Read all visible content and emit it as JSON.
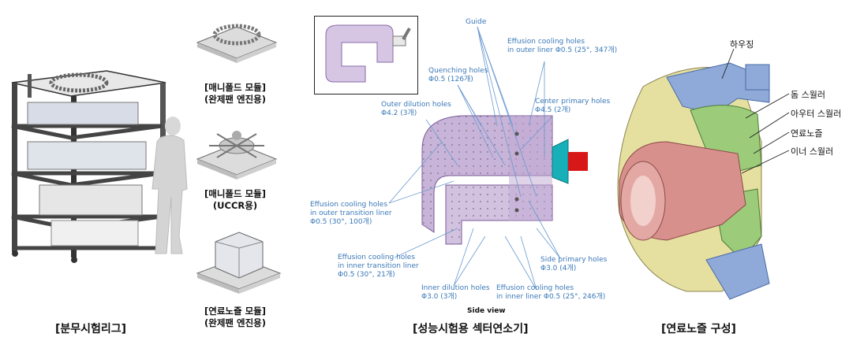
{
  "captions": {
    "rig": "[분무시험리그]",
    "sector": "[성능시험용 섹터연소기]",
    "fuel": "[연료노즐 구성]"
  },
  "modules": [
    {
      "line1": "[매니폴드 모듈]",
      "line2": "(완제팬 엔진용)"
    },
    {
      "line1": "[매니폴드 모듈]",
      "line2": "(UCCR용)"
    },
    {
      "line1": "[연료노즐 모듈]",
      "line2": "(완제팬 엔진용)"
    }
  ],
  "combustor_callouts": {
    "guide": "Guide",
    "effusion_outer": [
      "Effusion cooling holes",
      "in outer liner Φ0.5 (25°, 347개)"
    ],
    "quenching": [
      "Quenching holes",
      "Φ0.5 (126개)"
    ],
    "outer_dilution": [
      "Outer dilution holes",
      "Φ4.2 (3개)"
    ],
    "center_primary": [
      "Center primary holes",
      "Φ4.5 (2개)"
    ],
    "effusion_outer_transition": [
      "Effusion cooling holes",
      "in outer transition liner",
      "Φ0.5 (30°, 100개)"
    ],
    "effusion_inner_transition": [
      "Effusion cooling holes",
      "in inner transition liner",
      "Φ0.5 (30°, 21개)"
    ],
    "side_primary": [
      "Side primary holes",
      "Φ3.0 (4개)"
    ],
    "inner_dilution": [
      "Inner dilution holes",
      "Φ3.0 (3개)"
    ],
    "effusion_inner": [
      "Effusion cooling holes",
      "in inner liner Φ0.5 (25°, 246개)"
    ],
    "side_view": "Side view"
  },
  "fuel_nozzle_parts": {
    "housing": "하우징",
    "dome_swirler": "돔 스월러",
    "outer_swirler": "아우터 스월러",
    "fuel_nozzle": "연료노즐",
    "inner_swirler": "이너 스월러"
  },
  "colors": {
    "callout": "#3a78b8",
    "liner": "#c8b4d8",
    "housing": "#8faad8",
    "swirler_green": "#9ccc7a",
    "yellow": "#e6e0a0",
    "pink": "#d8908c",
    "cyan": "#18b0b8",
    "red": "#d81818"
  }
}
